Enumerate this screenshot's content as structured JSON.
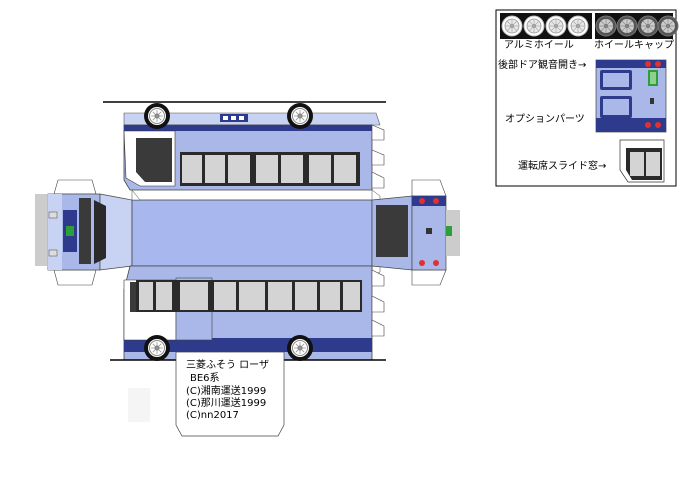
{
  "options_panel": {
    "alloy_wheel_label": "アルミホイール",
    "wheel_cap_label": "ホイールキャップ",
    "rear_door_label": "後部ドア観音開き→",
    "option_parts_label": "オプションパーツ",
    "slide_window_label": "運転席スライド窓→"
  },
  "credits": {
    "model_name": "三菱ふそう ローザ",
    "series": "BE6系",
    "credit_1": "(C)湘南運送1999",
    "credit_2": "(C)那川運送1999",
    "credit_3": "(C)nn2017"
  },
  "colors": {
    "body_blue": "#a9b8e8",
    "roof_blue": "#a8b8ee",
    "skirt_navy": "#2e3a8c",
    "window_dark": "#3a3a3a",
    "glass_grey": "#d4d4d4",
    "plate_green": "#2e9e3a",
    "lamp_red": "#e03030"
  }
}
